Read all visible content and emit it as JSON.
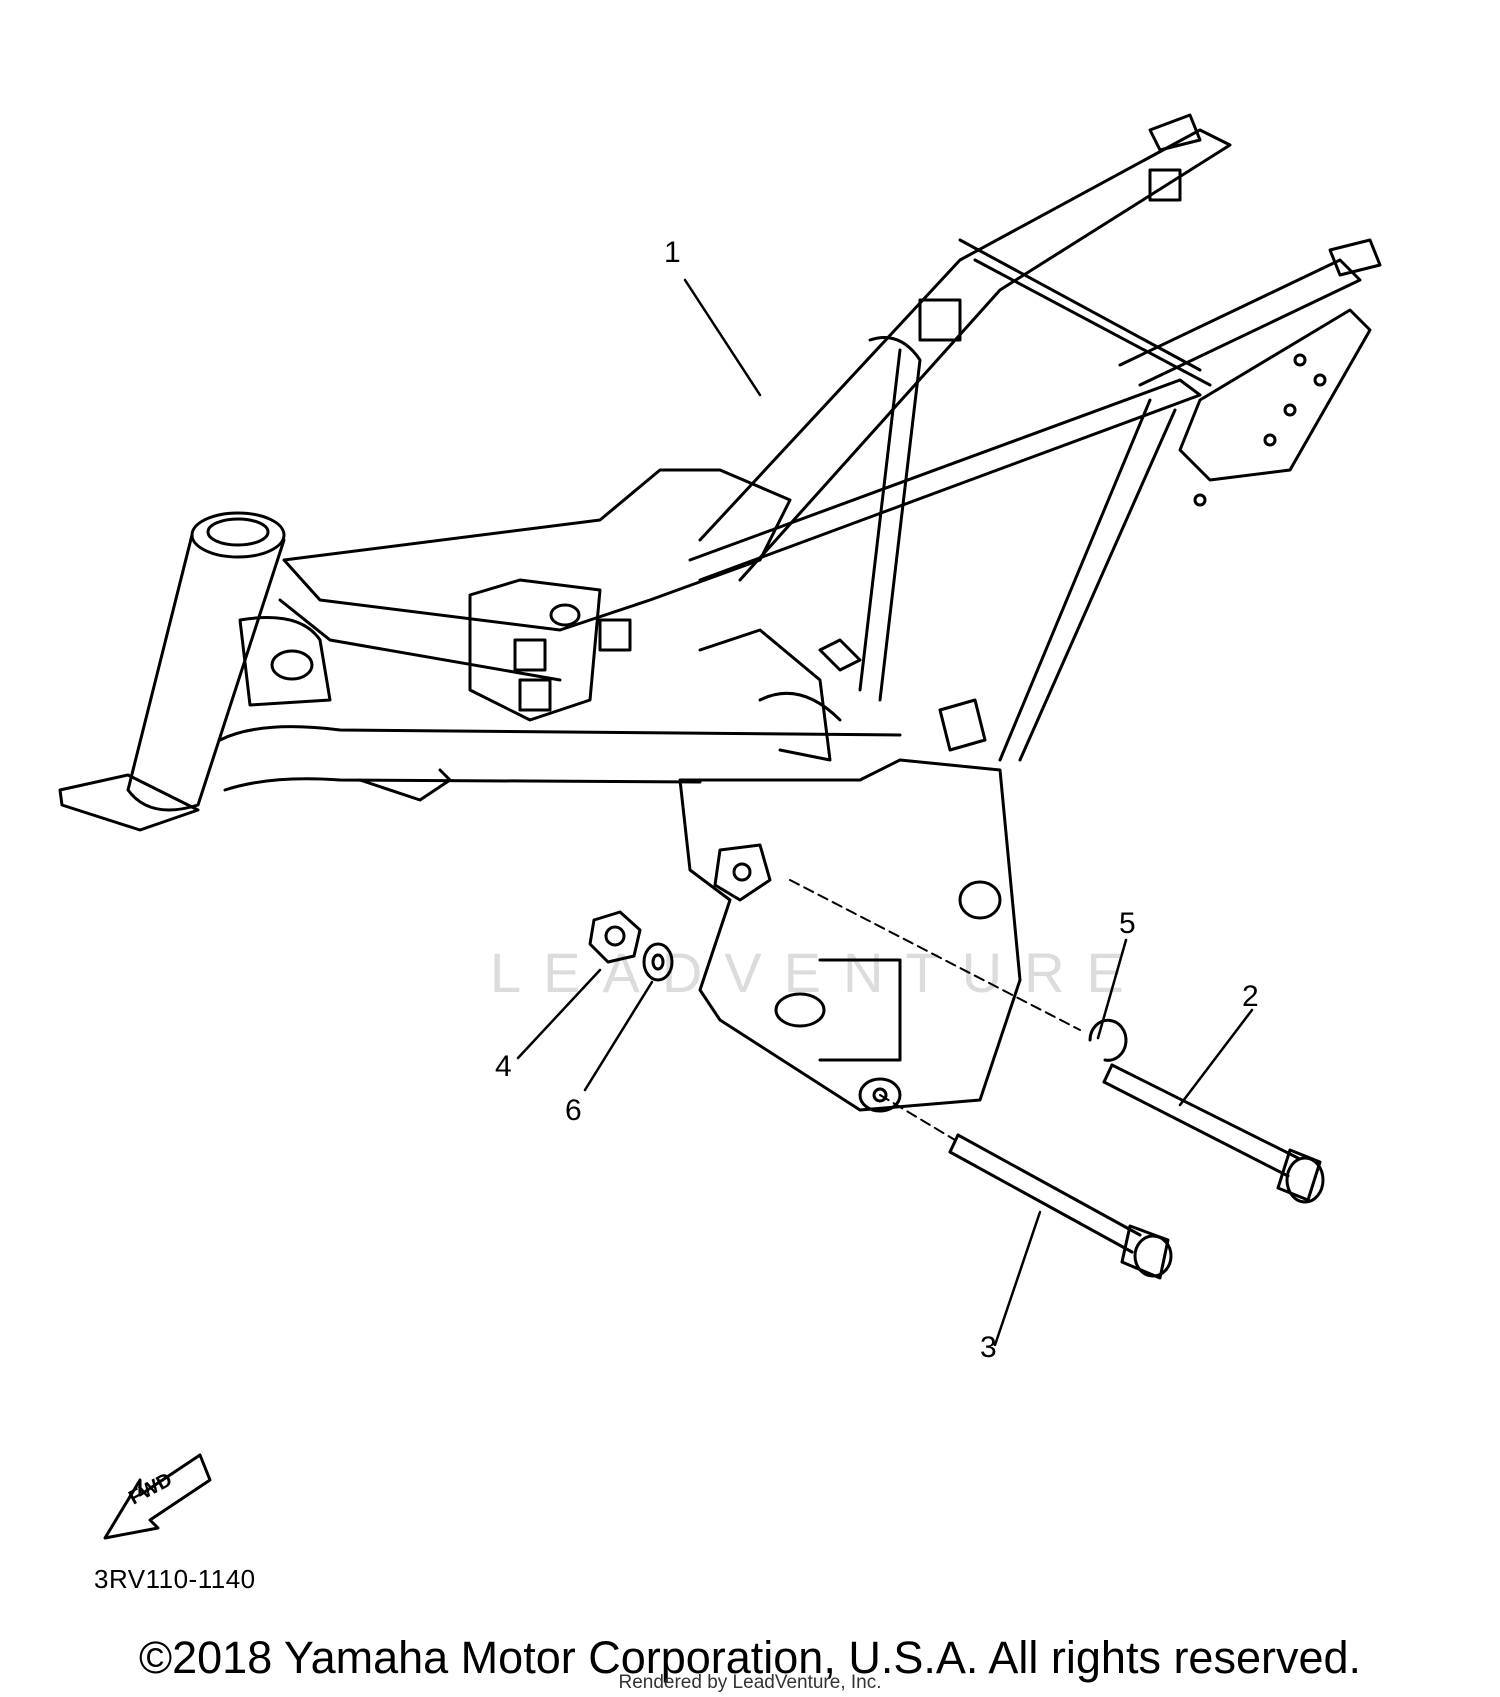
{
  "diagram": {
    "part_code": "3RV110-1140",
    "fwd_label": "FWD",
    "watermark_text": "LEADVENTURE",
    "callouts": [
      "1",
      "2",
      "3",
      "4",
      "5",
      "6"
    ]
  },
  "footer": {
    "copyright": "©2018 Yamaha Motor Corporation, U.S.A. All rights reserved.",
    "rendered_by": "Rendered by LeadVenture, Inc."
  }
}
